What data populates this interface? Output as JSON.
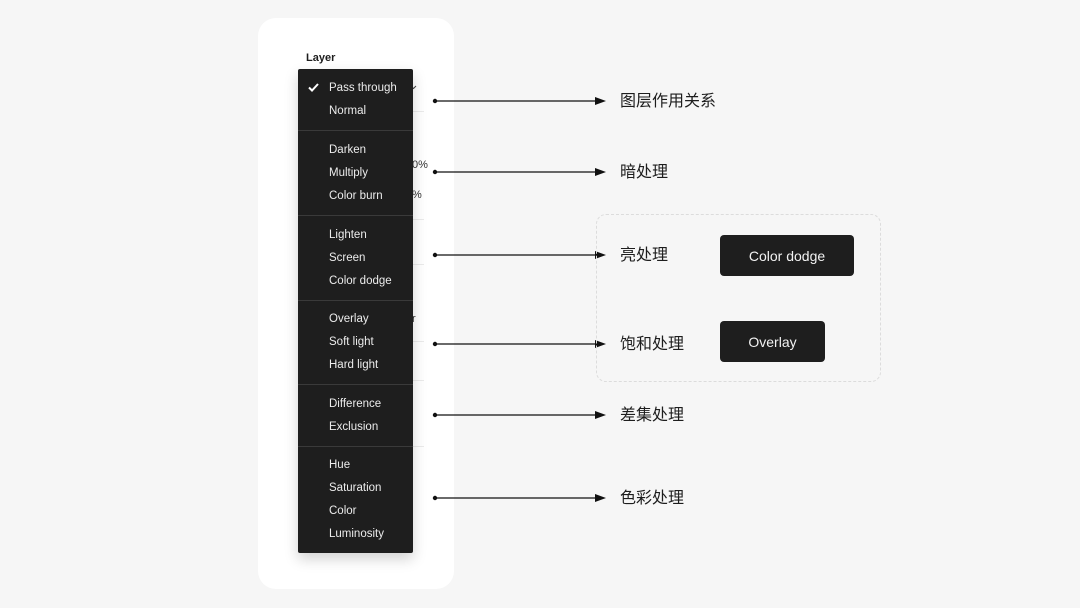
{
  "panel": {
    "title": "Layer",
    "peek_values": [
      "0%",
      "%",
      "r"
    ]
  },
  "menu": {
    "groups": [
      [
        "Pass through",
        "Normal"
      ],
      [
        "Darken",
        "Multiply",
        "Color burn"
      ],
      [
        "Lighten",
        "Screen",
        "Color dodge"
      ],
      [
        "Overlay",
        "Soft light",
        "Hard light"
      ],
      [
        "Difference",
        "Exclusion"
      ],
      [
        "Hue",
        "Saturation",
        "Color",
        "Luminosity"
      ]
    ],
    "selected": "Pass through"
  },
  "annotations": [
    "图层作用关系",
    "暗处理",
    "亮处理",
    "饱和处理",
    "差集处理",
    "色彩处理"
  ],
  "examples": {
    "color_dodge": "Color dodge",
    "overlay": "Overlay"
  },
  "icons": {
    "check": "check-icon",
    "chevron": "chevron-down-icon",
    "arrow": "arrow-right-icon"
  },
  "colors": {
    "menu_bg": "#1e1e1e",
    "menu_text": "#ececec",
    "page_bg": "#f6f6f6",
    "panel_bg": "#ffffff"
  }
}
